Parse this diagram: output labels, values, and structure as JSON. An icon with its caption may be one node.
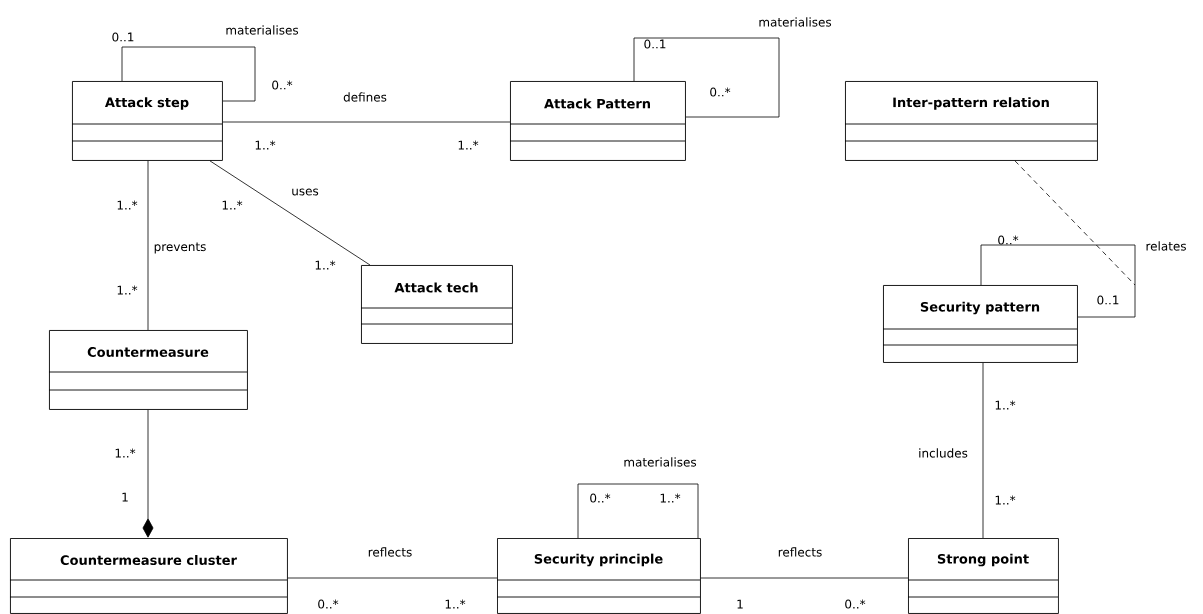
{
  "diagram": {
    "nodes": [
      {
        "text": [
          "Attack step"
        ]
      },
      {
        "text": [
          "Attack Pattern"
        ]
      },
      {
        "text": [
          "Inter-pattern relation"
        ]
      },
      {
        "text": [
          "Attack tech"
        ]
      },
      {
        "text": [
          "Security pattern"
        ]
      },
      {
        "text": [
          "Countermeasure"
        ]
      },
      {
        "text": [
          "Countermeasure cluster"
        ]
      },
      {
        "text": [
          "Security principle"
        ]
      },
      {
        "text": [
          "Strong point"
        ]
      }
    ],
    "edges": [
      {
        "from": 0,
        "to": 0,
        "arrow": "none",
        "label": "materialises"
      },
      {
        "from": 0,
        "to": 1,
        "arrow": "none",
        "label": "defines"
      },
      {
        "from": 1,
        "to": 1,
        "arrow": "none",
        "label": "materialises"
      },
      {
        "from": 0,
        "to": 3,
        "arrow": "none",
        "label": "uses"
      },
      {
        "from": 0,
        "to": 5,
        "arrow": "none",
        "label": "prevents"
      },
      {
        "from": 5,
        "to": 6,
        "arrow": "other"
      },
      {
        "from": 6,
        "to": 7,
        "arrow": "none",
        "label": "reflects"
      },
      {
        "from": 7,
        "to": 7,
        "arrow": "none",
        "label": "materialises"
      },
      {
        "from": 7,
        "to": 8,
        "arrow": "none",
        "label": "reflects"
      },
      {
        "from": 4,
        "to": 8,
        "arrow": "none",
        "label": "includes"
      },
      {
        "from": 4,
        "to": 4,
        "arrow": "none",
        "label": "relates"
      },
      {
        "from": 2,
        "to": null,
        "arrow": "none",
        "style": "dashed"
      }
    ],
    "labels": [
      "0..1",
      "0..*",
      "0..1",
      "0..*",
      "1..*",
      "1..*",
      "1..*",
      "1..*",
      "1..*",
      "0..*",
      "1..*",
      "0..1",
      "1..*",
      "1..*",
      "1",
      "0..*",
      "1..*",
      "1..*",
      "0..*",
      "1..*",
      "1",
      "0..*"
    ]
  }
}
